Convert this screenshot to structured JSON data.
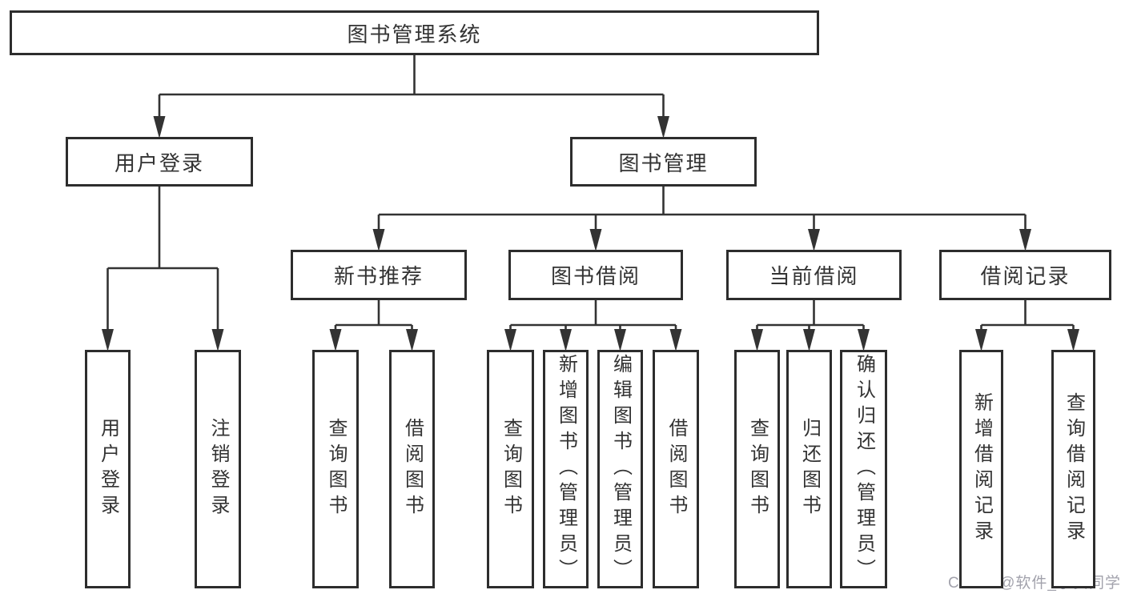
{
  "diagram": {
    "title": "图书管理系统",
    "nodes": [
      {
        "id": "root",
        "label": "图书管理系统",
        "orientation": "horizontal"
      },
      {
        "id": "user-login",
        "label": "用户登录",
        "orientation": "horizontal"
      },
      {
        "id": "book-mgmt",
        "label": "图书管理",
        "orientation": "horizontal"
      },
      {
        "id": "new-book-rec",
        "label": "新书推荐",
        "orientation": "horizontal"
      },
      {
        "id": "book-borrow",
        "label": "图书借阅",
        "orientation": "horizontal"
      },
      {
        "id": "current-borrow",
        "label": "当前借阅",
        "orientation": "horizontal"
      },
      {
        "id": "borrow-records",
        "label": "借阅记录",
        "orientation": "horizontal"
      },
      {
        "id": "v-user-login",
        "label": "用户登录",
        "orientation": "vertical"
      },
      {
        "id": "v-logout",
        "label": "注销登录",
        "orientation": "vertical"
      },
      {
        "id": "v-query-book-1",
        "label": "查询图书",
        "orientation": "vertical"
      },
      {
        "id": "v-borrow-book-1",
        "label": "借阅图书",
        "orientation": "vertical"
      },
      {
        "id": "v-query-book-2",
        "label": "查询图书",
        "orientation": "vertical"
      },
      {
        "id": "v-add-book",
        "label": "新增图书（管理员）",
        "orientation": "vertical"
      },
      {
        "id": "v-edit-book",
        "label": "编辑图书（管理员）",
        "orientation": "vertical"
      },
      {
        "id": "v-borrow-book-2",
        "label": "借阅图书",
        "orientation": "vertical"
      },
      {
        "id": "v-query-book-3",
        "label": "查询图书",
        "orientation": "vertical"
      },
      {
        "id": "v-return-book",
        "label": "归还图书",
        "orientation": "vertical"
      },
      {
        "id": "v-confirm-return",
        "label": "确认归还（管理员）",
        "orientation": "vertical"
      },
      {
        "id": "v-add-record",
        "label": "新增借阅记录",
        "orientation": "vertical"
      },
      {
        "id": "v-query-record",
        "label": "查询借阅记录",
        "orientation": "vertical"
      }
    ],
    "edges": [
      {
        "parent": "root",
        "children": [
          "user-login",
          "book-mgmt"
        ]
      },
      {
        "parent": "user-login",
        "children": [
          "v-user-login",
          "v-logout"
        ]
      },
      {
        "parent": "book-mgmt",
        "children": [
          "new-book-rec",
          "book-borrow",
          "current-borrow",
          "borrow-records"
        ]
      },
      {
        "parent": "new-book-rec",
        "children": [
          "v-query-book-1",
          "v-borrow-book-1"
        ]
      },
      {
        "parent": "book-borrow",
        "children": [
          "v-query-book-2",
          "v-add-book",
          "v-edit-book",
          "v-borrow-book-2"
        ]
      },
      {
        "parent": "current-borrow",
        "children": [
          "v-query-book-3",
          "v-return-book",
          "v-confirm-return"
        ]
      },
      {
        "parent": "borrow-records",
        "children": [
          "v-add-record",
          "v-query-record"
        ]
      }
    ],
    "colors": {
      "line": "#333333",
      "box_border": "#2d2d2d",
      "text": "#333333",
      "background": "#ffffff",
      "watermark": "#a2a2ac"
    }
  },
  "watermark": {
    "text": "CSDN @软件_小贺同学"
  }
}
